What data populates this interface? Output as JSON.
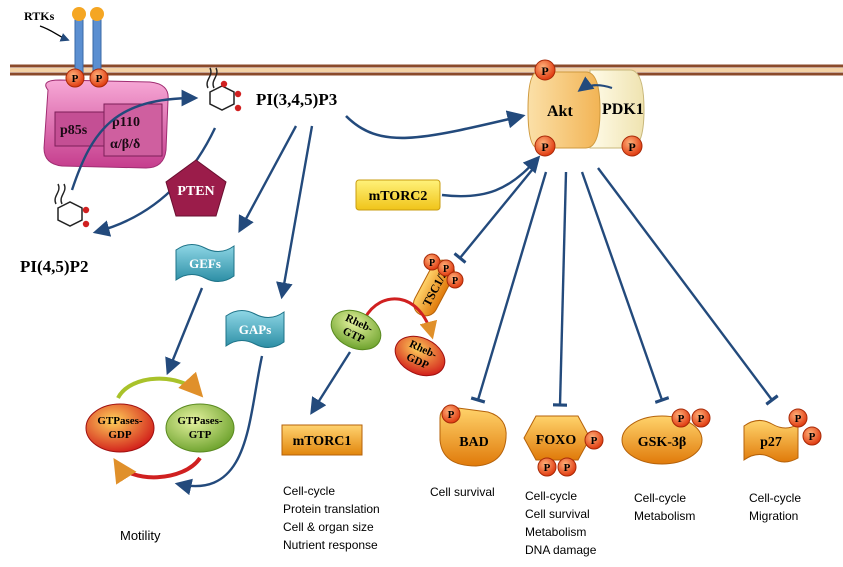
{
  "receptor": {
    "label": "RTKs"
  },
  "pi3k": {
    "p85_label": "p85s",
    "p110_line1": "p110",
    "p110_line2": "α/β/δ"
  },
  "lipids": {
    "pip3": "PI(3,4,5)P3",
    "pip2": "PI(4,5)P2"
  },
  "pten": {
    "label": "PTEN"
  },
  "akt_complex": {
    "akt": "Akt",
    "pdk1": "PDK1"
  },
  "mtorc2": {
    "label": "mTORC2"
  },
  "tsc": {
    "label": "TSC1/2"
  },
  "rheb": {
    "gtp_line1": "Rheb-",
    "gtp_line2": "GTP",
    "gdp_line1": "Rheb-",
    "gdp_line2": "GDP"
  },
  "gefs": {
    "label": "GEFs"
  },
  "gaps": {
    "label": "GAPs"
  },
  "gtpases": {
    "gdp_line1": "GTPases-",
    "gdp_line2": "GDP",
    "gtp_line1": "GTPases-",
    "gtp_line2": "GTP"
  },
  "mtorc1": {
    "label": "mTORC1",
    "effects": [
      "Cell-cycle",
      "Protein translation",
      "Cell & organ size",
      "Nutrient response"
    ]
  },
  "phospho": "P",
  "targets": {
    "bad": {
      "label": "BAD",
      "effects": [
        "Cell survival"
      ]
    },
    "foxo": {
      "label": "FOXO",
      "effects": [
        "Cell-cycle",
        "Cell survival",
        "Metabolism",
        "DNA damage"
      ]
    },
    "gsk": {
      "label": "GSK-3β",
      "effects": [
        "Cell-cycle",
        "Metabolism"
      ]
    },
    "p27": {
      "label": "p27",
      "effects": [
        "Cell-cycle",
        "Migration"
      ]
    }
  },
  "motility": {
    "label": "Motility"
  },
  "colors": {
    "membrane": "#8b4a2b",
    "arrow": "#234a7c",
    "phospho": "#e8501a",
    "target_orange": "#e8860e",
    "pi3k_pink": "#d94aa0",
    "pten": "#9b1c4a",
    "teal": "#3aa0b5",
    "akt": "#f5c26b",
    "pdk1": "#f6eec6"
  }
}
